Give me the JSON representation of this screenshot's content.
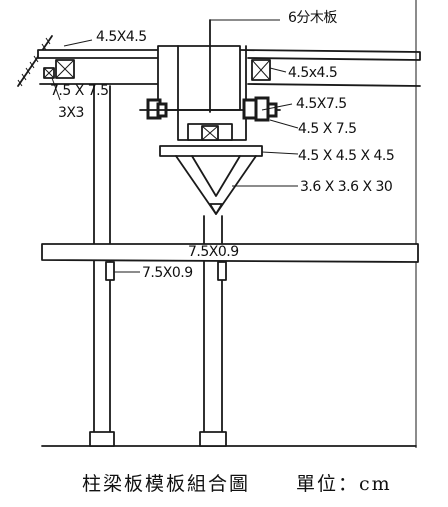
{
  "labels": {
    "top_left_lumber": "4.5X4.5",
    "top_plywood": "6分木板",
    "right_lumber": "4.5x4.5",
    "left_lumber": "7.5 X 7.5",
    "left_small": "3X3",
    "bolt_upper": "4.5X7.5",
    "bolt_lower": "4.5 X 7.5",
    "bracket_lumber": "4.5 X 4.5 X 4.5",
    "brace": "3.6 X 3.6 X 30",
    "beam_plank": "7.5X0.9",
    "post_plank": "7.5X0.9"
  },
  "caption": {
    "title": "柱梁板模板組合圖",
    "unit": "單位：cm"
  }
}
